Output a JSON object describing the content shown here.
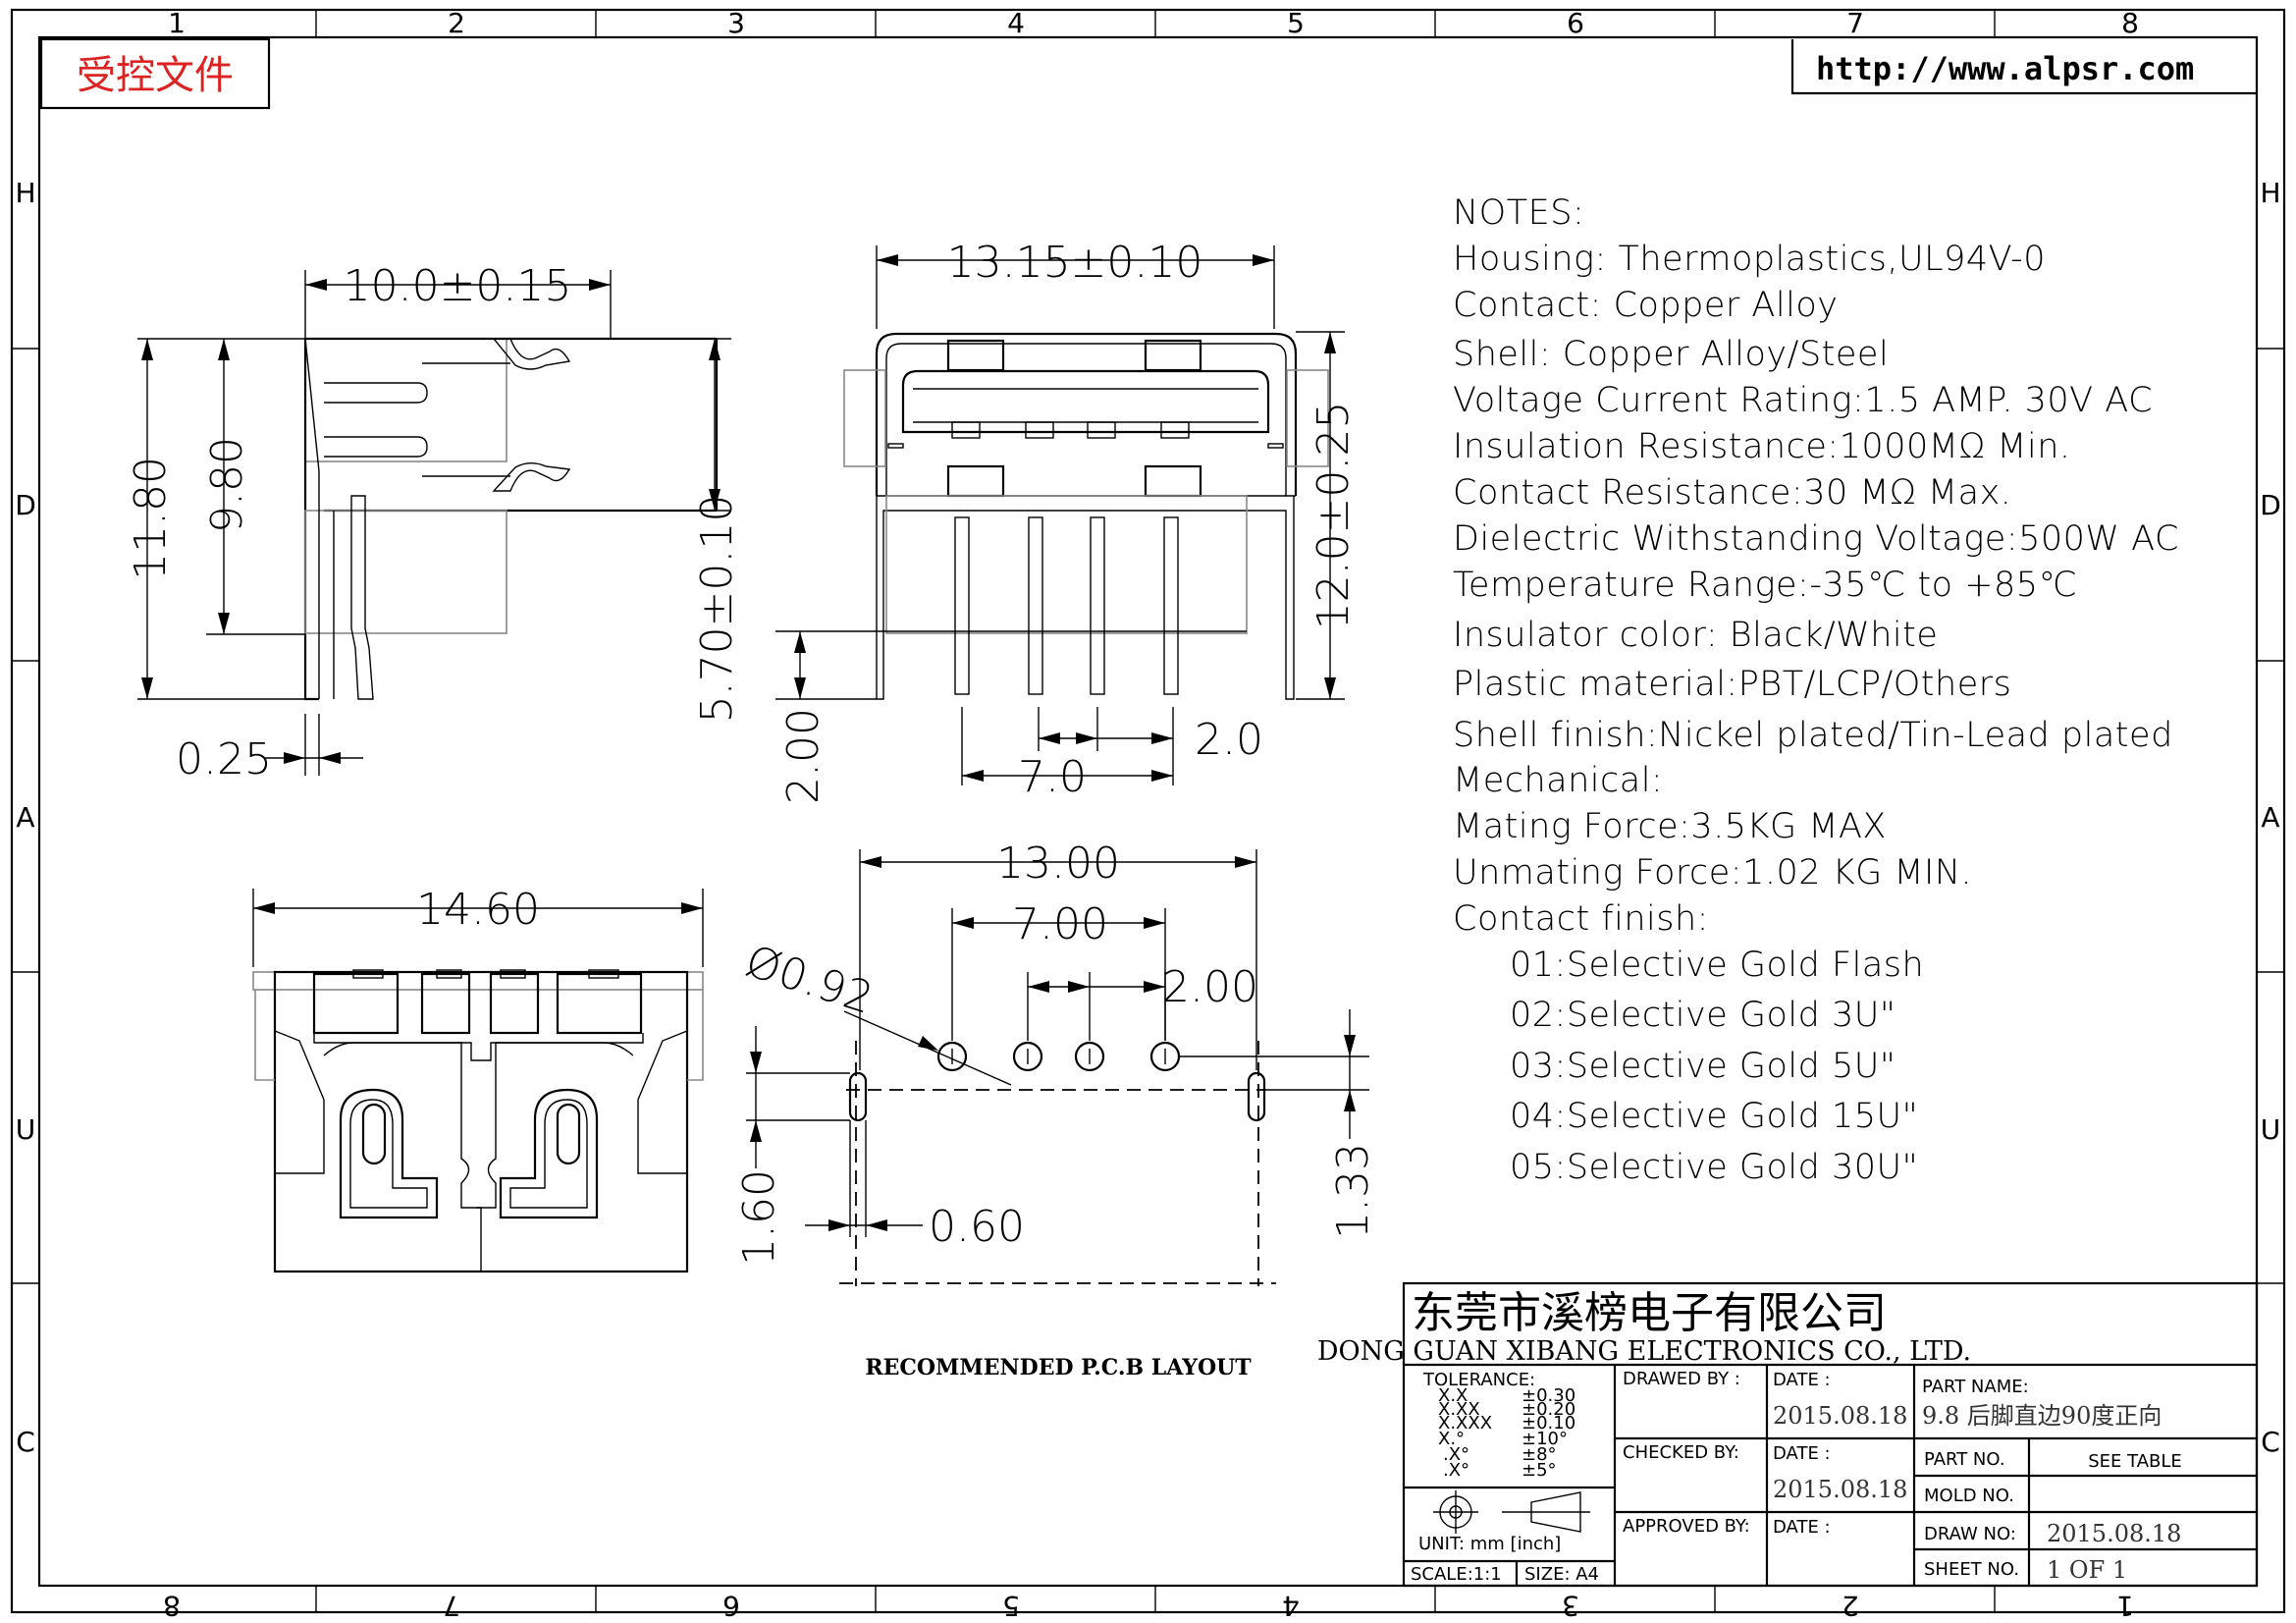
{
  "header": {
    "controlled_doc": "受控文件",
    "url": "http://www.alpsr.com"
  },
  "grid": {
    "top": [
      "1",
      "2",
      "3",
      "4",
      "5",
      "6",
      "7",
      "8"
    ],
    "bottom": [
      "8",
      "7",
      "6",
      "5",
      "4",
      "3",
      "2",
      "1"
    ],
    "left": [
      "H",
      "D",
      "A",
      "U",
      "C"
    ],
    "right": [
      "H",
      "D",
      "A",
      "U",
      "C"
    ]
  },
  "dimensions": {
    "side_width": "10.0±0.15",
    "side_height_total": "11.80",
    "side_height_inner": "9.80",
    "side_lead_thickness": "0.25",
    "side_height_5_70": "5.70±0.10",
    "front_width": "13.15±0.10",
    "front_height": "12.0±0.25",
    "front_pin_length": "2.00",
    "front_pin_pitch": "2.0",
    "front_pin_span": "7.0",
    "bottom_width": "14.60",
    "pcb_width": "13.00",
    "pcb_pin_span": "7.00",
    "pcb_pin_pitch": "2.00",
    "pcb_hole_dia": "Ø0.92",
    "pcb_row_offset": "1.60",
    "pcb_slot_width": "0.60",
    "pcb_slot_offset": "1.33"
  },
  "pcb_caption": "RECOMMENDED  P.C.B LAYOUT",
  "notes": {
    "title": "NOTES:",
    "lines": [
      "Housing:  Thermoplastics,UL94V-0",
      "Contact:  Copper  Alloy",
      "Shell:  Copper  Alloy/Steel",
      "Voltage Current Rating:1.5  AMP.  30V  AC",
      "Insulation  Resistance:1000MΩ  Min.",
      "Contact  Resistance:30  MΩ  Max.",
      "Dielectric  Withstanding  Voltage:500W  AC",
      "Temperature  Range:-35℃  to  +85℃",
      "Insulator  color:  Black/White",
      "Plastic  material:PBT/LCP/Others",
      "Shell  finish:Nickel  plated/Tin-Lead  plated",
      "Mechanical:",
      "Mating  Force:3.5KG  MAX",
      "Unmating  Force:1.02  KG  MIN.",
      "Contact  finish:"
    ],
    "finish_lines": [
      "01:Selective  Gold  Flash",
      "02:Selective  Gold  3U\"",
      "03:Selective  Gold  5U\"",
      "04:Selective  Gold  15U\"",
      "05:Selective  Gold  30U\""
    ]
  },
  "title_block": {
    "company_cn": "东莞市溪榜电子有限公司",
    "company_en": "DONG  GUAN  XIBANG  ELECTRONICS  CO.,  LTD.",
    "tolerance_label": "TOLERANCE:",
    "tolerances": [
      {
        "k": "X.X",
        "v": "±0.30"
      },
      {
        "k": "X.XX",
        "v": "±0.20"
      },
      {
        "k": "X.XXX",
        "v": "±0.10"
      },
      {
        "k": "X.°",
        "v": "±10°"
      },
      {
        "k": ".X°",
        "v": "±8°"
      },
      {
        "k": ".X°",
        "v": "±5°"
      }
    ],
    "unit": "UNIT:  mm  [inch]",
    "scale": "SCALE:1:1",
    "size": "SIZE:  A4",
    "drawn_by": "DRAWED  BY :",
    "checked_by": "CHECKED  BY:",
    "approved_by": "APPROVED  BY:",
    "date_label": "DATE :",
    "drawn_date": "2015.08.18",
    "checked_date": "2015.08.18",
    "part_name_label": "PART  NAME:",
    "part_name": "9.8 后脚直边90度正向",
    "part_no_label": "PART  NO.",
    "part_no": "SEE  TABLE",
    "mold_no_label": "MOLD  NO.",
    "draw_no_label": "DRAW  NO:",
    "draw_no": "2015.08.18",
    "sheet_no_label": "SHEET  NO.",
    "sheet_no": "1  OF  1"
  }
}
